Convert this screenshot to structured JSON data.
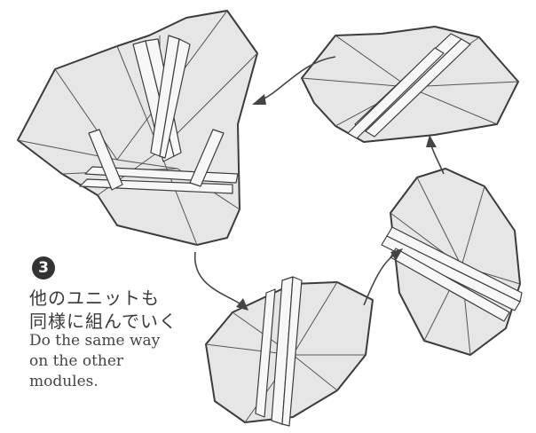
{
  "step": {
    "number": "3"
  },
  "instructions": {
    "jp_line1": "他のユニットも",
    "jp_line2": "同様に組んでいく",
    "en_line1": "Do the same way",
    "en_line2": "on the other",
    "en_line3": "modules."
  },
  "colors": {
    "paper": "#e6e6e6",
    "outline": "#3c3c3c",
    "badge": "#333333"
  }
}
